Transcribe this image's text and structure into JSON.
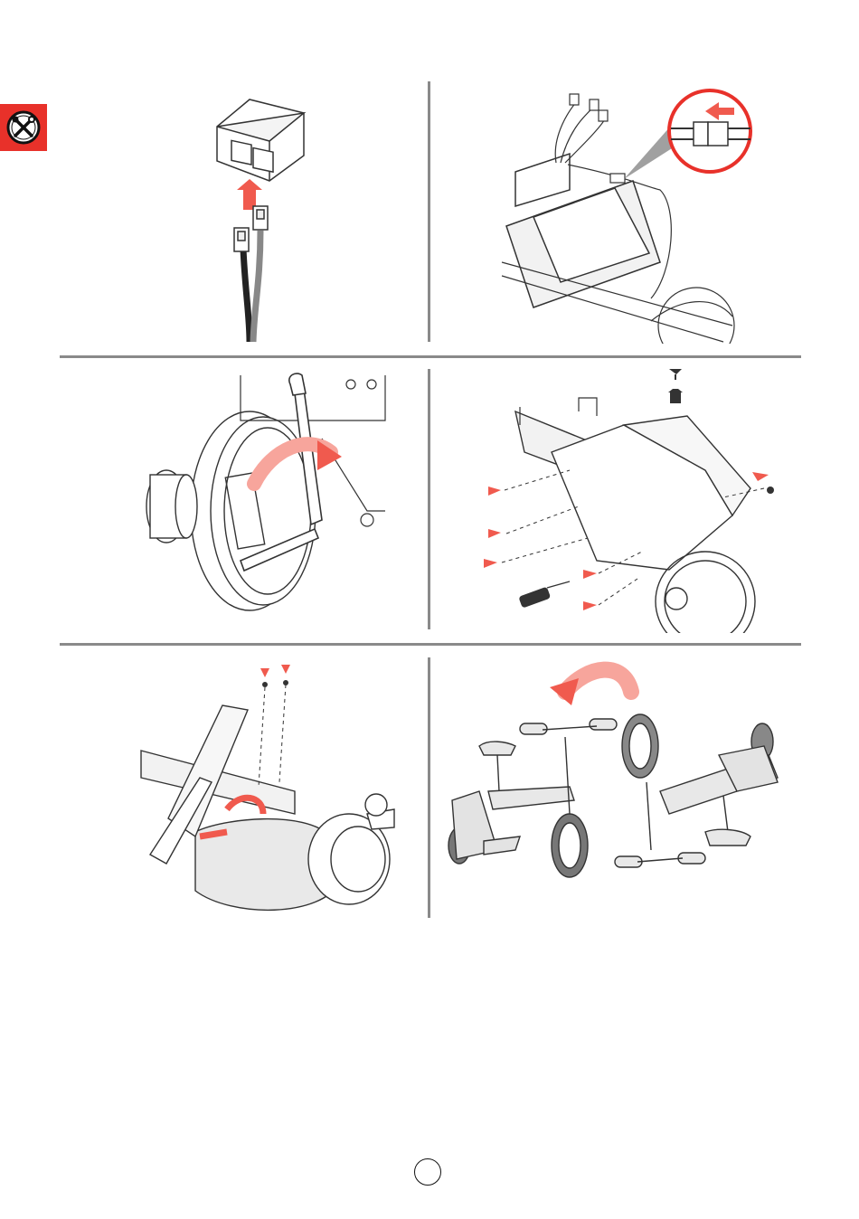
{
  "section_tab": {
    "icon": "tools-icon",
    "color": "#e8312a"
  },
  "page": {
    "number": ""
  },
  "colors": {
    "arrow": "#f05a4e",
    "arrow_light": "#f7a59c",
    "line": "#333333",
    "rule": "#8a8a8a"
  },
  "steps": [
    {
      "id": "step-1",
      "depicts": "connector-plug"
    },
    {
      "id": "step-2",
      "depicts": "battery-harness"
    },
    {
      "id": "step-3",
      "depicts": "wheel-nut-wrench"
    },
    {
      "id": "step-4",
      "depicts": "frame-screws"
    },
    {
      "id": "step-5",
      "depicts": "footrest-screws"
    },
    {
      "id": "step-6",
      "depicts": "flip-bike"
    }
  ]
}
